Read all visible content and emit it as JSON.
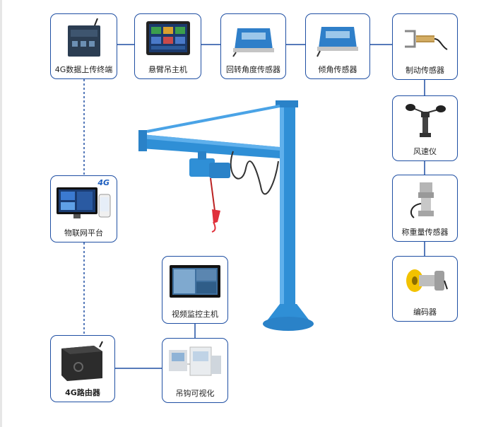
{
  "colors": {
    "border": "#1f4fa3",
    "line": "#1f4fa3",
    "crane": "#2f8fd6",
    "hook": "#e0303b"
  },
  "nodes": {
    "terminal": {
      "label": "4G数据上传终端",
      "icon": "4g-terminal-icon"
    },
    "host": {
      "label": "悬臂吊主机",
      "icon": "control-host-icon"
    },
    "rotation_sensor": {
      "label": "回转角度传感器",
      "icon": "rotation-sensor-icon"
    },
    "tilt_sensor": {
      "label": "倾角传感器",
      "icon": "tilt-sensor-icon"
    },
    "brake_sensor": {
      "label": "制动传感器",
      "icon": "brake-sensor-icon"
    },
    "anemometer": {
      "label": "风速仪",
      "icon": "anemometer-icon"
    },
    "load_sensor": {
      "label": "称重量传感器",
      "icon": "load-sensor-icon"
    },
    "encoder": {
      "label": "编码器",
      "icon": "encoder-icon"
    },
    "iot_platform": {
      "label": "物联网平台",
      "icon": "iot-platform-icon",
      "badge": "4G"
    },
    "video_host": {
      "label": "视频监控主机",
      "icon": "video-monitor-icon"
    },
    "router": {
      "label": "4G路由器",
      "icon": "router-icon"
    },
    "hook_visual": {
      "label": "吊钩可视化",
      "icon": "hook-camera-icon"
    }
  }
}
